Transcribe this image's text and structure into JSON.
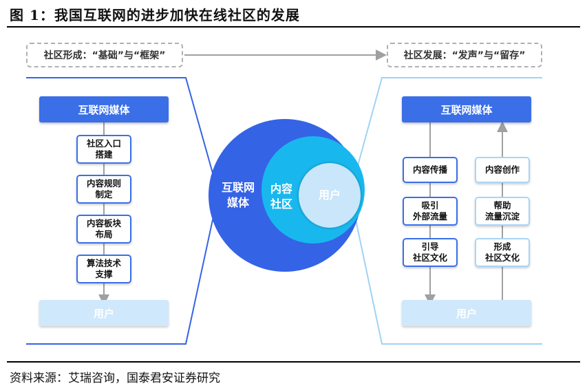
{
  "title": "图 1：我国互联网的进步加快在线社区的发展",
  "source": "资料来源：艾瑞咨询，国泰君安证券研究",
  "left_header": "社区形成：“基础”与“框架”",
  "right_header": "社区发展：“发声”与“留存”",
  "left_panel": {
    "top": "互联网媒体",
    "steps": [
      "社区入口\n搭建",
      "内容规则\n制定",
      "内容板块\n布局",
      "算法技术\n支撑"
    ],
    "bottom": "用户"
  },
  "center": {
    "outer": "互联网\n媒体",
    "middle": "内容\n社区",
    "inner": "用户"
  },
  "right_panel": {
    "top": "互联网媒体",
    "left_steps": [
      "内容传播",
      "吸引\n外部流量",
      "引导\n社区文化"
    ],
    "right_steps": [
      "内容创作",
      "帮助\n流量沉淀",
      "形成\n社区文化"
    ],
    "bottom": "用户"
  },
  "colors": {
    "primary": "#3563e6",
    "mid": "#18b8ee",
    "light": "#c9e6fb"
  }
}
